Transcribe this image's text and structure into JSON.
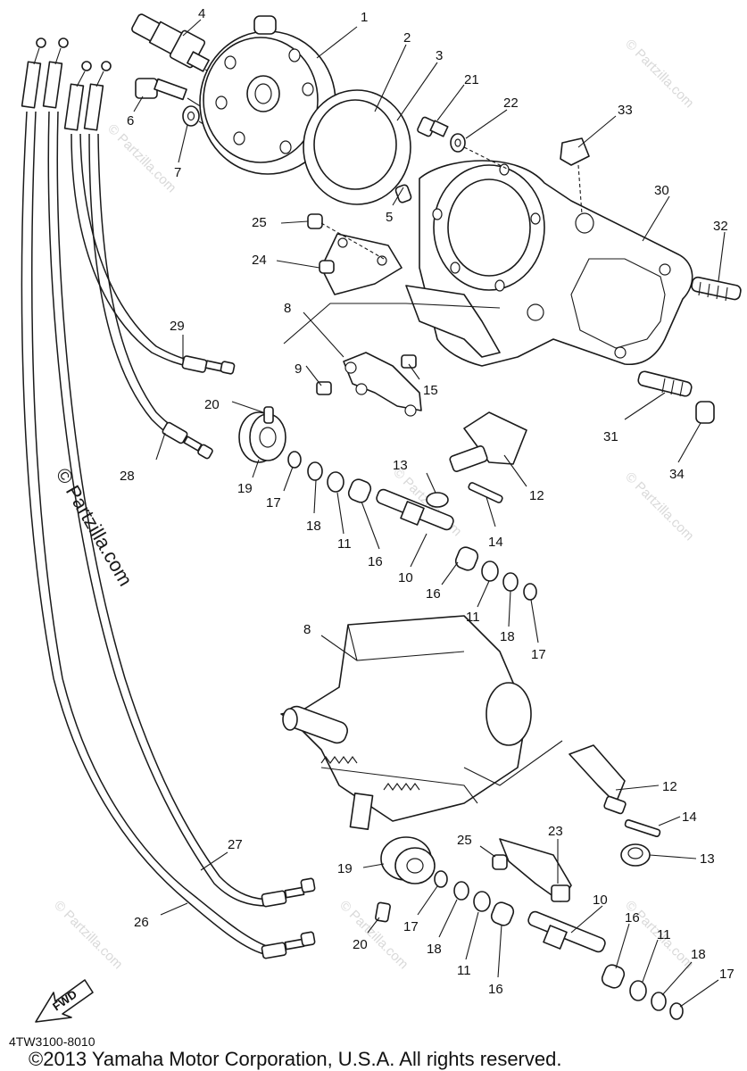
{
  "diagram": {
    "callouts": [
      "1",
      "2",
      "3",
      "4",
      "5",
      "6",
      "7",
      "8",
      "9",
      "10",
      "11",
      "12",
      "13",
      "14",
      "15",
      "16",
      "17",
      "18",
      "19",
      "20",
      "21",
      "22",
      "23",
      "24",
      "25",
      "26",
      "27",
      "28",
      "29",
      "30",
      "31",
      "32",
      "33",
      "34"
    ],
    "part_code": "4TW3100-8010",
    "fwd_label": "FWD",
    "watermark_main": "© Partzilla.com",
    "watermark_small": "© Partzilla.com",
    "copyright": "©2013 Yamaha Motor Corporation, U.S.A. All rights reserved."
  },
  "colors": {
    "line": "#1a1a1a",
    "watermark": "#d9d9d9",
    "background": "#ffffff"
  }
}
